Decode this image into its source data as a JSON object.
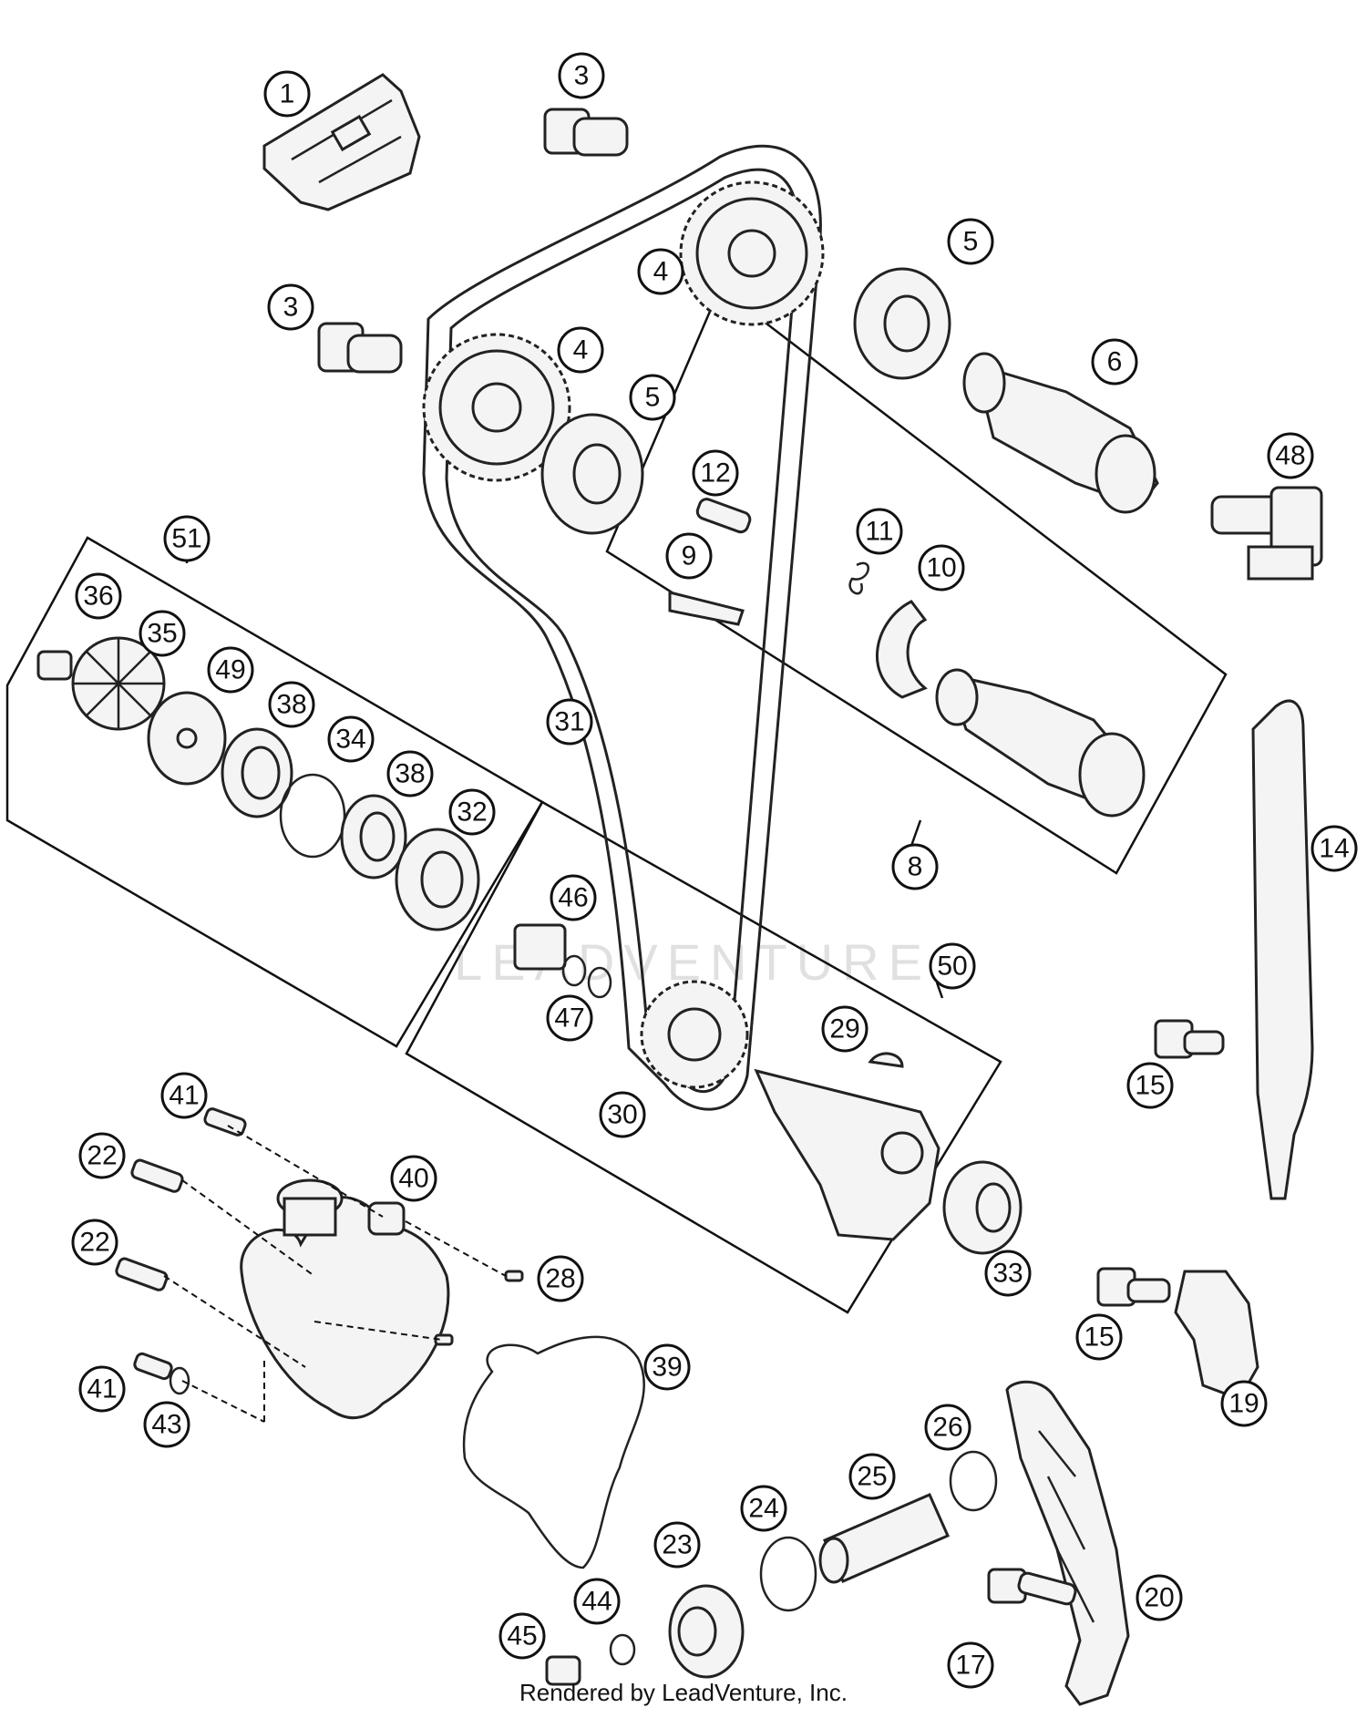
{
  "footer": "Rendered by LeadVenture, Inc.",
  "watermark": "LEADVENTURE",
  "callouts": [
    {
      "id": "c1",
      "label": "1"
    },
    {
      "id": "c3a",
      "label": "3"
    },
    {
      "id": "c3b",
      "label": "3"
    },
    {
      "id": "c4a",
      "label": "4"
    },
    {
      "id": "c4b",
      "label": "4"
    },
    {
      "id": "c5a",
      "label": "5"
    },
    {
      "id": "c5b",
      "label": "5"
    },
    {
      "id": "c6",
      "label": "6"
    },
    {
      "id": "c48",
      "label": "48"
    },
    {
      "id": "c12",
      "label": "12"
    },
    {
      "id": "c9",
      "label": "9"
    },
    {
      "id": "c11",
      "label": "11"
    },
    {
      "id": "c10",
      "label": "10"
    },
    {
      "id": "c8",
      "label": "8"
    },
    {
      "id": "c51",
      "label": "51"
    },
    {
      "id": "c36",
      "label": "36"
    },
    {
      "id": "c35",
      "label": "35"
    },
    {
      "id": "c49",
      "label": "49"
    },
    {
      "id": "c38a",
      "label": "38"
    },
    {
      "id": "c34",
      "label": "34"
    },
    {
      "id": "c38b",
      "label": "38"
    },
    {
      "id": "c32",
      "label": "32"
    },
    {
      "id": "c31",
      "label": "31"
    },
    {
      "id": "c14",
      "label": "14"
    },
    {
      "id": "c46",
      "label": "46"
    },
    {
      "id": "c47",
      "label": "47"
    },
    {
      "id": "c50",
      "label": "50"
    },
    {
      "id": "c29",
      "label": "29"
    },
    {
      "id": "c30",
      "label": "30"
    },
    {
      "id": "c15a",
      "label": "15"
    },
    {
      "id": "c41a",
      "label": "41"
    },
    {
      "id": "c22a",
      "label": "22"
    },
    {
      "id": "c40",
      "label": "40"
    },
    {
      "id": "c22b",
      "label": "22"
    },
    {
      "id": "c28",
      "label": "28"
    },
    {
      "id": "c33",
      "label": "33"
    },
    {
      "id": "c15b",
      "label": "15"
    },
    {
      "id": "c19",
      "label": "19"
    },
    {
      "id": "c39",
      "label": "39"
    },
    {
      "id": "c41b",
      "label": "41"
    },
    {
      "id": "c43",
      "label": "43"
    },
    {
      "id": "c26",
      "label": "26"
    },
    {
      "id": "c25",
      "label": "25"
    },
    {
      "id": "c24",
      "label": "24"
    },
    {
      "id": "c23",
      "label": "23"
    },
    {
      "id": "c44",
      "label": "44"
    },
    {
      "id": "c45",
      "label": "45"
    },
    {
      "id": "c20",
      "label": "20"
    },
    {
      "id": "c17",
      "label": "17"
    }
  ]
}
